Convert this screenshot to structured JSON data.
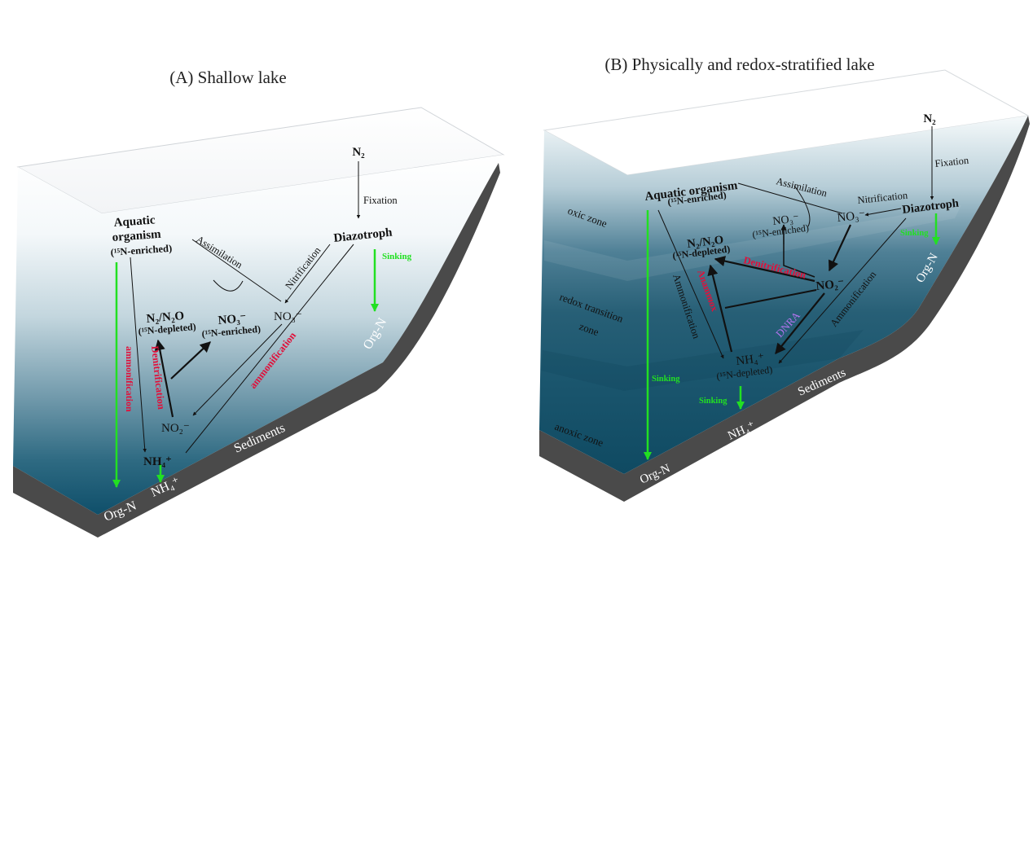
{
  "panel_a": {
    "title": "(A) Shallow lake",
    "n2": "N₂",
    "fixation": "Fixation",
    "diazotroph": "Diazotroph",
    "sinking": "Sinking",
    "org_n_right": "Org-N",
    "aquatic_line1": "Aquatic",
    "aquatic_line2": "organism",
    "aquatic_line3": "(¹⁵N-enriched)",
    "assimilation": "Assimilation",
    "nitrification": "Nitrification",
    "no3_right": "NO₃⁻",
    "n2n2o": "N₂/N₂O",
    "n2n2o_sub": "(¹⁵N-depleted)",
    "no3_mid": "NO₃⁻",
    "no3_mid_sub": "(¹⁵N-enriched)",
    "denitrification": "Denitrification",
    "ammonification_left": "ammonification",
    "ammonification_right": "ammonification",
    "no2": "NO₂⁻",
    "nh4": "NH₄⁺",
    "nh4_sed": "NH₄⁺",
    "org_n_left": "Org-N",
    "sediments": "Sediments"
  },
  "panel_b": {
    "title": "(B) Physically and redox-stratified lake",
    "n2": "N₂",
    "fixation": "Fixation",
    "diazotroph": "Diazotroph",
    "sinking_right": "Sinking",
    "org_n_right": "Org-N",
    "nitrification": "Nitrification",
    "no3_right": "NO₃⁻",
    "assimilation": "Assimilation",
    "aquatic_line1": "Aquatic organism",
    "aquatic_line2": "(¹⁵N-enriched)",
    "no3_mid": "NO₃⁻",
    "no3_mid_sub": "(¹⁵N-enriched)",
    "n2n2o": "N₂/N₂O",
    "n2n2o_sub": "(¹⁵N-depleted)",
    "denitrification": "Denitrification",
    "no2": "NO₂⁻",
    "anammox": "Anammox",
    "ammonification_left": "Ammonification",
    "ammonification_right": "Ammonification",
    "dnra": "DNRA",
    "nh4": "NH₄⁺",
    "nh4_sub": "(¹⁵N-depleted)",
    "sinking_left": "Sinking",
    "sinking_mid": "Sinking",
    "nh4_sed": "NH₄⁺",
    "org_n_left": "Org-N",
    "sediments": "Sediments",
    "oxic_zone": "oxic zone",
    "redox_line1": "redox transition",
    "redox_line2": "zone",
    "anoxic_zone": "anoxic zone"
  },
  "colors": {
    "water_top": "#ffffff",
    "water_bottom": "#0f4f6a",
    "sediment": "#4a4a4a",
    "process_red": "#e0103a",
    "sinking_green": "#22e022",
    "dnra_purple": "#b574f0"
  }
}
